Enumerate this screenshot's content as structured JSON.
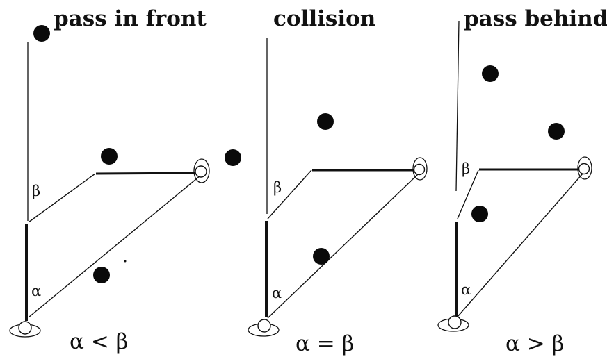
{
  "colors": {
    "ink": "#111111",
    "ball": "#0a0a0a",
    "head": "#ffffff",
    "paper": "#ffffff"
  },
  "panels": [
    {
      "title": "pass in front",
      "alpha_label": "α",
      "beta_label": "β",
      "relation": "α < β"
    },
    {
      "title": "collision",
      "alpha_label": "α",
      "beta_label": "β",
      "relation": "α = β"
    },
    {
      "title": "pass behind",
      "alpha_label": "α",
      "beta_label": "β",
      "relation": "α > β"
    }
  ]
}
